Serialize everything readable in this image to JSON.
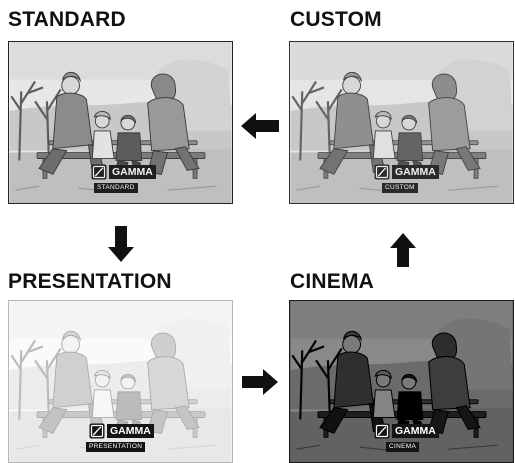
{
  "panels": {
    "standard": {
      "title": "STANDARD",
      "osd_label": "GAMMA",
      "osd_mode": "STANDARD"
    },
    "custom": {
      "title": "CUSTOM",
      "osd_label": "GAMMA",
      "osd_mode": "CUSTOM"
    },
    "presentation": {
      "title": "PRESENTATION",
      "osd_label": "GAMMA",
      "osd_mode": "PRESENTATION"
    },
    "cinema": {
      "title": "CINEMA",
      "osd_label": "GAMMA",
      "osd_mode": "CINEMA"
    }
  },
  "arrows": [
    {
      "name": "arrow-custom-to-standard",
      "direction": "left"
    },
    {
      "name": "arrow-standard-to-presentation",
      "direction": "down"
    },
    {
      "name": "arrow-presentation-to-cinema",
      "direction": "right"
    },
    {
      "name": "arrow-cinema-to-custom",
      "direction": "up"
    }
  ],
  "icons": {
    "osd": "gamma-icon",
    "arrow": "arrow-icon"
  },
  "colors": {
    "ink": "#1a1a1a",
    "osd_background": "#141414",
    "osd_text": "#ffffff"
  }
}
